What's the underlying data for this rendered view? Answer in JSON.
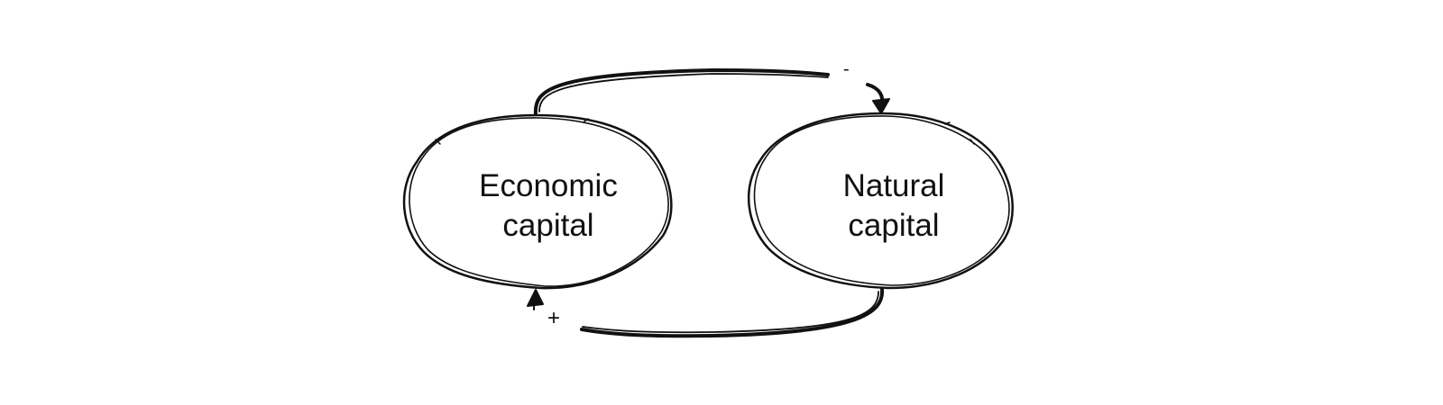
{
  "nodes": {
    "economic": {
      "line1": "Economic",
      "line2": "capital"
    },
    "natural": {
      "line1": "Natural",
      "line2": "capital"
    }
  },
  "links": {
    "economic_to_natural": {
      "polarity": "-"
    },
    "natural_to_economic": {
      "polarity": "+"
    }
  },
  "colors": {
    "stroke": "#111111",
    "background": "#ffffff"
  }
}
